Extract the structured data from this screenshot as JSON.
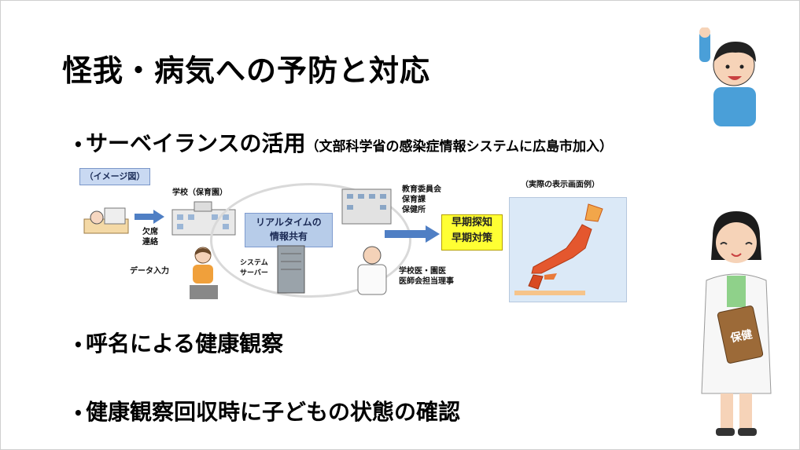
{
  "title": "怪我・病気への予防と対応",
  "bullets": [
    {
      "text": "サーベイランスの活用",
      "sub": "（文部科学省の感染症情報システムに広島市加入）"
    },
    {
      "text": "呼名による健康観察"
    },
    {
      "text": "健康観察回収時に子どもの状態の確認"
    }
  ],
  "diagram": {
    "tag": "（イメージ図）",
    "school": "学校（保育園）",
    "absence": [
      "欠席",
      "連絡"
    ],
    "data_input": "データ入力",
    "server": [
      "システム",
      "サーバー"
    ],
    "share": [
      "リアルタイムの",
      "情報共有"
    ],
    "board": [
      "教育委員会",
      "保育課",
      "保健所"
    ],
    "doctor": [
      "学校医・園医",
      "医師会担当理事"
    ],
    "early": [
      "早期探知",
      "早期対策"
    ],
    "map_caption": "（実際の表示画面例）"
  },
  "badge_text": "保健",
  "colors": {
    "accent": "#ffff33",
    "share": "#b7cce9",
    "arrow": "#4f7fc4"
  }
}
